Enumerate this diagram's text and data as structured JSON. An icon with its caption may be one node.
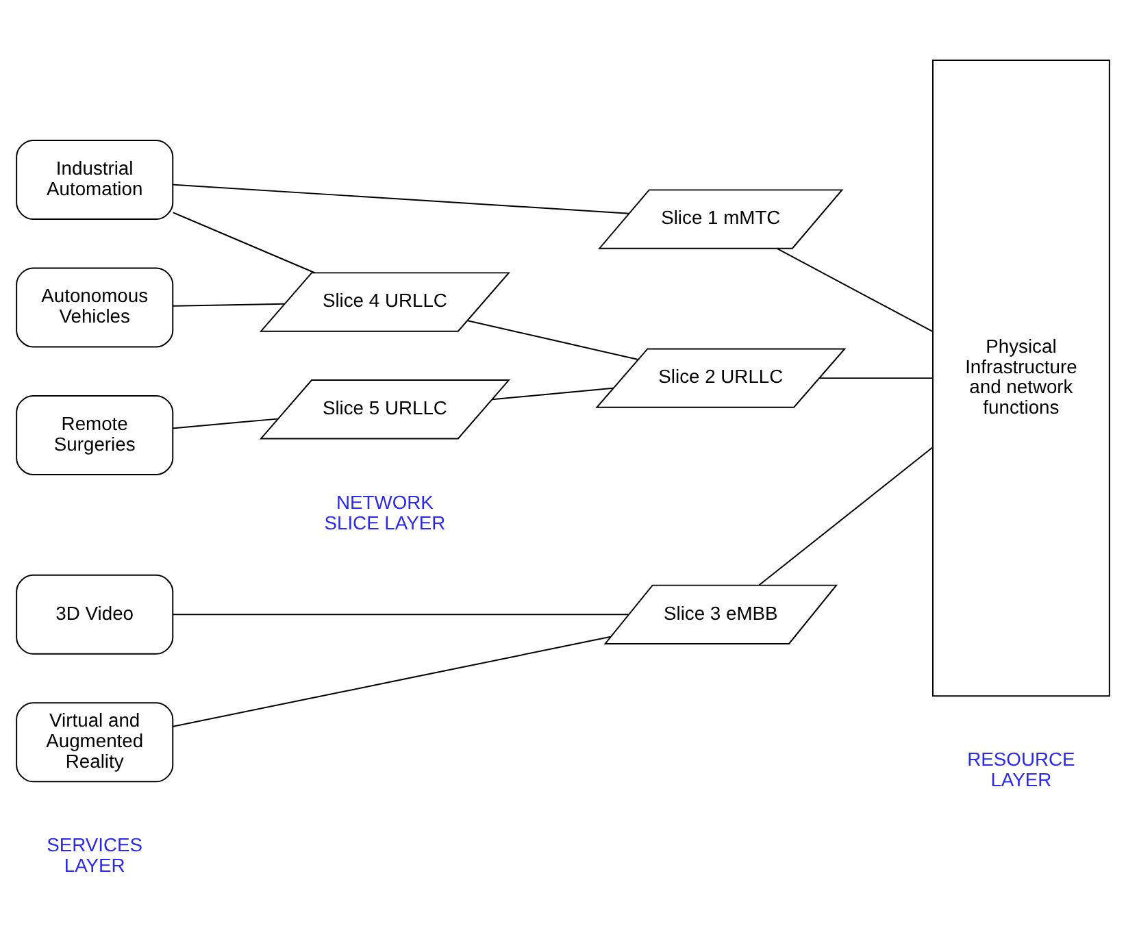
{
  "diagram": {
    "nodes": [
      {
        "text": [
          "Industrial Automation"
        ]
      },
      {
        "text": [
          "Autonomous Vehicles"
        ]
      },
      {
        "text": [
          "Remote Surgeries"
        ]
      },
      {
        "text": [
          "3D Video"
        ]
      },
      {
        "text": [
          "Virtual and Augmented Reality"
        ]
      },
      {
        "text": [
          "Slice 1 mMTC"
        ]
      },
      {
        "text": [
          "Slice 4 URLLC"
        ]
      },
      {
        "text": [
          "Slice 2 URLLC"
        ]
      },
      {
        "text": [
          "Slice 5 URLLC"
        ]
      },
      {
        "text": [
          "Slice 3 eMBB"
        ]
      },
      {
        "text": [
          "Physical Infrastructure and network functions"
        ]
      }
    ],
    "edges": [
      {
        "from": 0,
        "to": 5,
        "arrow": "none"
      },
      {
        "from": 5,
        "to": 10,
        "arrow": "none"
      },
      {
        "from": 0,
        "to": 6,
        "arrow": "none"
      },
      {
        "from": 1,
        "to": 6,
        "arrow": "none"
      },
      {
        "from": 6,
        "to": 7,
        "arrow": "none"
      },
      {
        "from": 2,
        "to": 8,
        "arrow": "none"
      },
      {
        "from": 8,
        "to": 7,
        "arrow": "none"
      },
      {
        "from": 7,
        "to": 10,
        "arrow": "none"
      },
      {
        "from": 3,
        "to": 9,
        "arrow": "none"
      },
      {
        "from": 4,
        "to": 9,
        "arrow": "none"
      },
      {
        "from": 9,
        "to": 10,
        "arrow": "none"
      }
    ],
    "labels": [
      "SERVICES LAYER",
      "NETWORK SLICE LAYER",
      "RESOURCE LAYER"
    ]
  }
}
